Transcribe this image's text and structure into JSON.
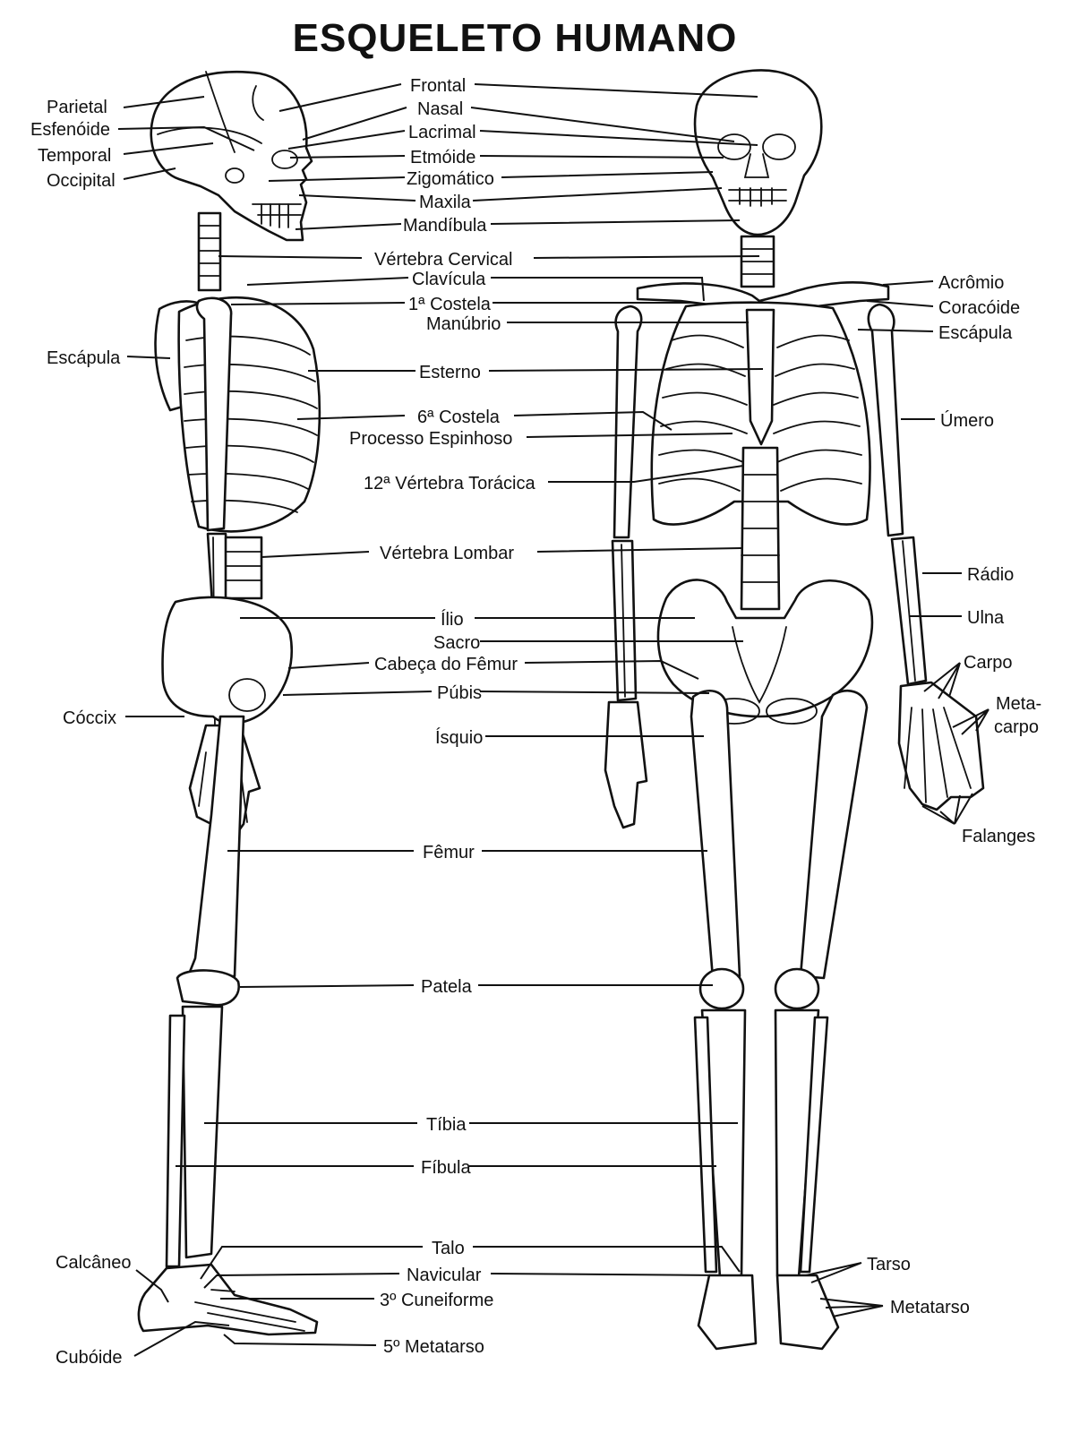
{
  "title": "ESQUELETO  HUMANO",
  "labels": {
    "parietal": "Parietal",
    "esfenoide": "Esfenóide",
    "temporal": "Temporal",
    "occipital": "Occipital",
    "frontal": "Frontal",
    "nasal": "Nasal",
    "lacrimal": "Lacrimal",
    "etmoide": "Etmóide",
    "zigomatico": "Zigomático",
    "maxila": "Maxila",
    "mandibula": "Mandíbula",
    "vertebra_cervical": "Vértebra Cervical",
    "clavicula": "Clavícula",
    "primeira_costela": "1ª Costela",
    "manubrio": "Manúbrio",
    "escapula_left": "Escápula",
    "esterno": "Esterno",
    "sexta_costela": "6ª Costela",
    "processo_espinhoso": "Processo Espinhoso",
    "vertebra_toracica": "12ª Vértebra Torácica",
    "vertebra_lombar": "Vértebra Lombar",
    "ilio": "Ílio",
    "sacro": "Sacro",
    "cabeca_femur": "Cabeça do Fêmur",
    "pubis": "Púbis",
    "coccix": "Cóccix",
    "isquio": "Ísquio",
    "femur": "Fêmur",
    "patela": "Patela",
    "tibia": "Tíbia",
    "fibula": "Fíbula",
    "talo": "Talo",
    "calcaneo": "Calcâneo",
    "navicular": "Navicular",
    "cuneiforme": "3º Cuneiforme",
    "cuboide": "Cubóide",
    "metatarso_5": "5º Metatarso",
    "acromio": "Acrômio",
    "coracoide": "Coracóide",
    "escapula_right": "Escápula",
    "umero": "Úmero",
    "radio": "Rádio",
    "ulna": "Ulna",
    "carpo": "Carpo",
    "metacarpo_1": "Meta-",
    "metacarpo_2": "carpo",
    "falanges": "Falanges",
    "tarso": "Tarso",
    "metatarso": "Metatarso"
  }
}
